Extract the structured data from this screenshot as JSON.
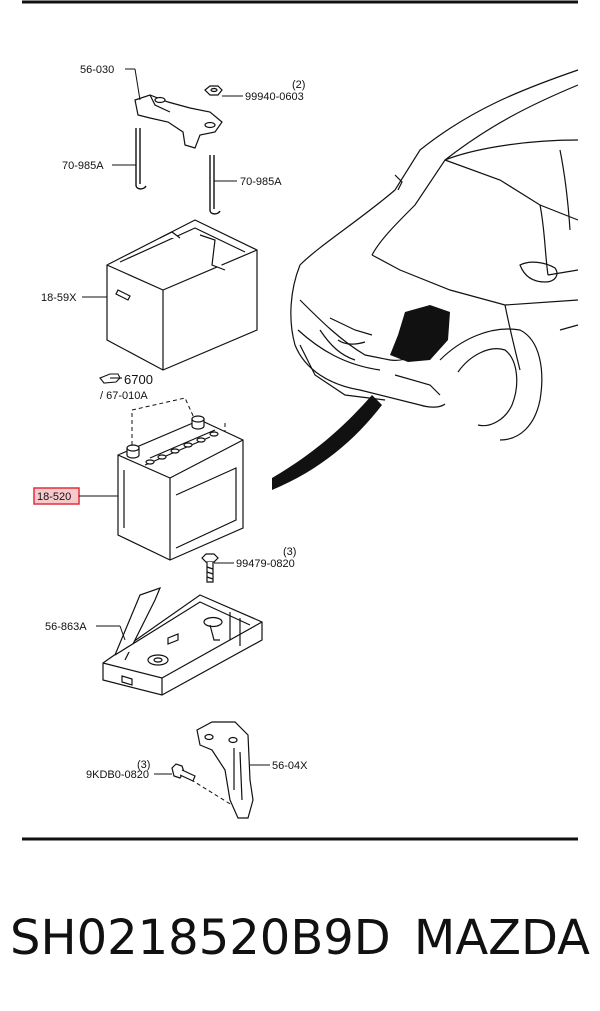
{
  "labels": {
    "bracket_top": "56-030",
    "nut_top_qty": "(2)",
    "nut_top": "99940-0603",
    "rod_left": "70-985A",
    "rod_right": "70-985A",
    "cover": "18-59X",
    "ref_page": "6700",
    "ref_sub": "/ 67-010A",
    "battery": "18-520",
    "bolt_qty": "(3)",
    "bolt": "99479-0820",
    "tray": "56-863A",
    "bolt_bottom_qty": "(3)",
    "bolt_bottom": "9KDB0-0820",
    "bracket_bottom": "56-04X"
  },
  "footer": {
    "part_number": "SH0218520B9D",
    "brand": "MAZDA"
  },
  "colors": {
    "line": "#111111",
    "highlight": "#e0313a",
    "highlight_fill": "#f7c9cc"
  }
}
